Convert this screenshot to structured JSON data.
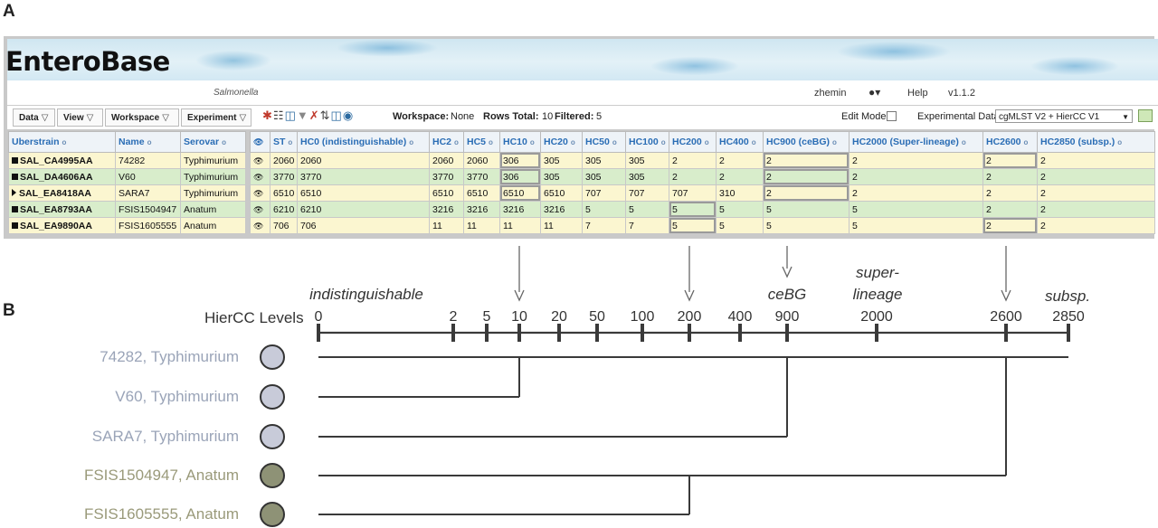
{
  "panel_labels": {
    "a": "A",
    "b": "B"
  },
  "app": {
    "brand": "EnteroBase",
    "database": "Salmonella",
    "user": "zhemin",
    "help": "Help",
    "version": "v1.1.2"
  },
  "toolbar": {
    "menus": [
      "Data",
      "View",
      "Workspace",
      "Experiment"
    ],
    "workspace_label": "Workspace:",
    "workspace_value": "None",
    "rows_total_label": "Rows Total:",
    "rows_total_value": "10",
    "filtered_label": "Filtered:",
    "filtered_value": "5",
    "edit_mode_label": "Edit Mode:",
    "experimental_data_label": "Experimental Data",
    "experimental_data_value": "cgMLST V2 + HierCC V1"
  },
  "left_table": {
    "headers": [
      "Uberstrain",
      "Name",
      "Serovar"
    ],
    "rows": [
      [
        "SAL_CA4995AA",
        "74282",
        "Typhimurium"
      ],
      [
        "SAL_DA4606AA",
        "V60",
        "Typhimurium"
      ],
      [
        "SAL_EA8418AA",
        "SARA7",
        "Typhimurium"
      ],
      [
        "SAL_EA8793AA",
        "FSIS1504947",
        "Anatum"
      ],
      [
        "SAL_EA9890AA",
        "FSIS1605555",
        "Anatum"
      ]
    ]
  },
  "right_table": {
    "headers": [
      "ST",
      "HC0 (indistinguishable)",
      "HC2",
      "HC5",
      "HC10",
      "HC20",
      "HC50",
      "HC100",
      "HC200",
      "HC400",
      "HC900 (ceBG)",
      "HC2000 (Super-lineage)",
      "HC2600",
      "HC2850 (subsp.)"
    ],
    "rows": [
      [
        "2060",
        "2060",
        "2060",
        "2060",
        "306",
        "305",
        "305",
        "305",
        "2",
        "2",
        "2",
        "2",
        "2",
        "2"
      ],
      [
        "3770",
        "3770",
        "3770",
        "3770",
        "306",
        "305",
        "305",
        "305",
        "2",
        "2",
        "2",
        "2",
        "2",
        "2"
      ],
      [
        "6510",
        "6510",
        "6510",
        "6510",
        "6510",
        "6510",
        "707",
        "707",
        "707",
        "310",
        "2",
        "2",
        "2",
        "2"
      ],
      [
        "6210",
        "6210",
        "3216",
        "3216",
        "3216",
        "3216",
        "5",
        "5",
        "5",
        "5",
        "5",
        "5",
        "2",
        "2"
      ],
      [
        "706",
        "706",
        "11",
        "11",
        "11",
        "11",
        "7",
        "7",
        "5",
        "5",
        "5",
        "5",
        "2",
        "2"
      ]
    ]
  },
  "hiercc": {
    "levels_label": "HierCC Levels",
    "ticks": [
      "0",
      "2",
      "5",
      "10",
      "20",
      "50",
      "100",
      "200",
      "400",
      "900",
      "2000",
      "2600",
      "2850"
    ],
    "level_names": {
      "indistinguishable": "indistinguishable",
      "cebg": "ceBG",
      "super": "super-",
      "lineage": "lineage",
      "subsp": "subsp."
    },
    "strains": [
      {
        "label": "74282, Typhimurium",
        "color": "#9aa4b8",
        "fill": "#c8cbd9"
      },
      {
        "label": "V60, Typhimurium",
        "color": "#9aa4b8",
        "fill": "#c8cbd9"
      },
      {
        "label": "SARA7, Typhimurium",
        "color": "#9aa4b8",
        "fill": "#c8cbd9"
      },
      {
        "label": "FSIS1504947, Anatum",
        "color": "#9a9a7a",
        "fill": "#8e9276"
      },
      {
        "label": "FSIS1605555, Anatum",
        "color": "#9a9a7a",
        "fill": "#8e9276"
      }
    ]
  }
}
